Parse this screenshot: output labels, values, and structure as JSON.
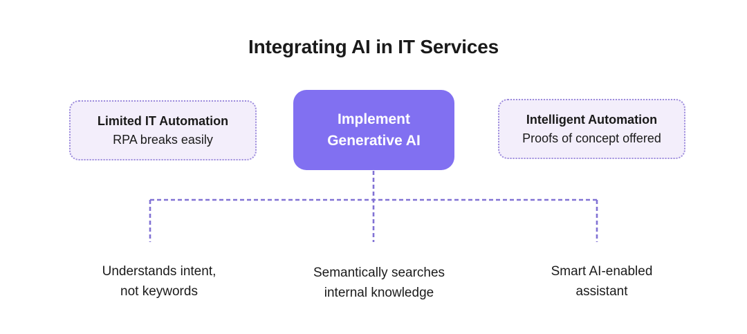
{
  "title": "Integrating AI in IT Services",
  "colors": {
    "accent": "#8170F1",
    "light_box_bg": "#F3EEFB",
    "light_box_border": "#9C8BDC",
    "connector": "#8172D4",
    "text": "#1A1A1A",
    "page_bg": "#FFFFFF"
  },
  "boxes": {
    "left": {
      "heading": "Limited IT Automation",
      "subtext": "RPA breaks easily"
    },
    "center": {
      "label": "Implement\nGenerative AI"
    },
    "right": {
      "heading": "Intelligent Automation",
      "subtext": "Proofs of concept offered"
    }
  },
  "leaves": [
    {
      "label": "Understands intent,\nnot keywords"
    },
    {
      "label": "Semantically searches\ninternal knowledge"
    },
    {
      "label": "Smart AI-enabled\nassistant"
    }
  ]
}
